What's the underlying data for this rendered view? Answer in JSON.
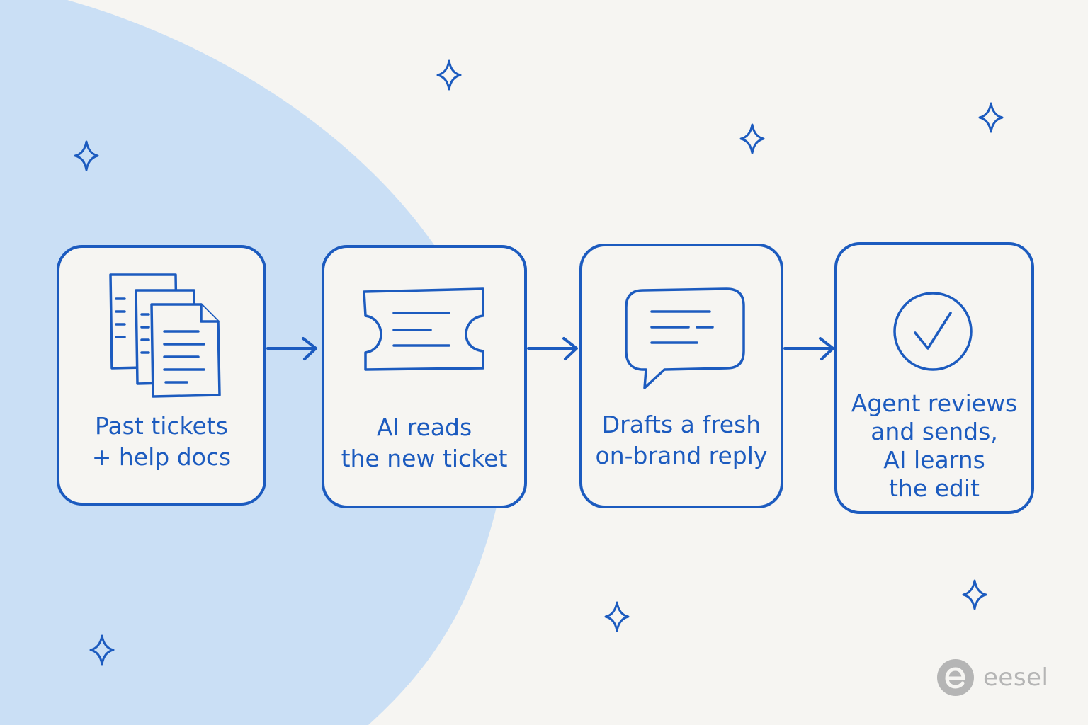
{
  "colors": {
    "stroke": "#1c5bbf",
    "background": "#f6f5f2",
    "blob": "#cadff5",
    "brand": "#b5b5b5"
  },
  "steps": [
    {
      "icon": "documents-icon",
      "label": "Past tickets\n+ help docs"
    },
    {
      "icon": "ticket-icon",
      "label": "AI reads\nthe new ticket"
    },
    {
      "icon": "chat-bubble-icon",
      "label": "Drafts a fresh\non-brand reply"
    },
    {
      "icon": "check-circle-icon",
      "label": "Agent reviews\nand sends,\nAI learns\nthe edit"
    }
  ],
  "brand": {
    "name": "eesel",
    "icon": "eesel-logo-icon"
  }
}
